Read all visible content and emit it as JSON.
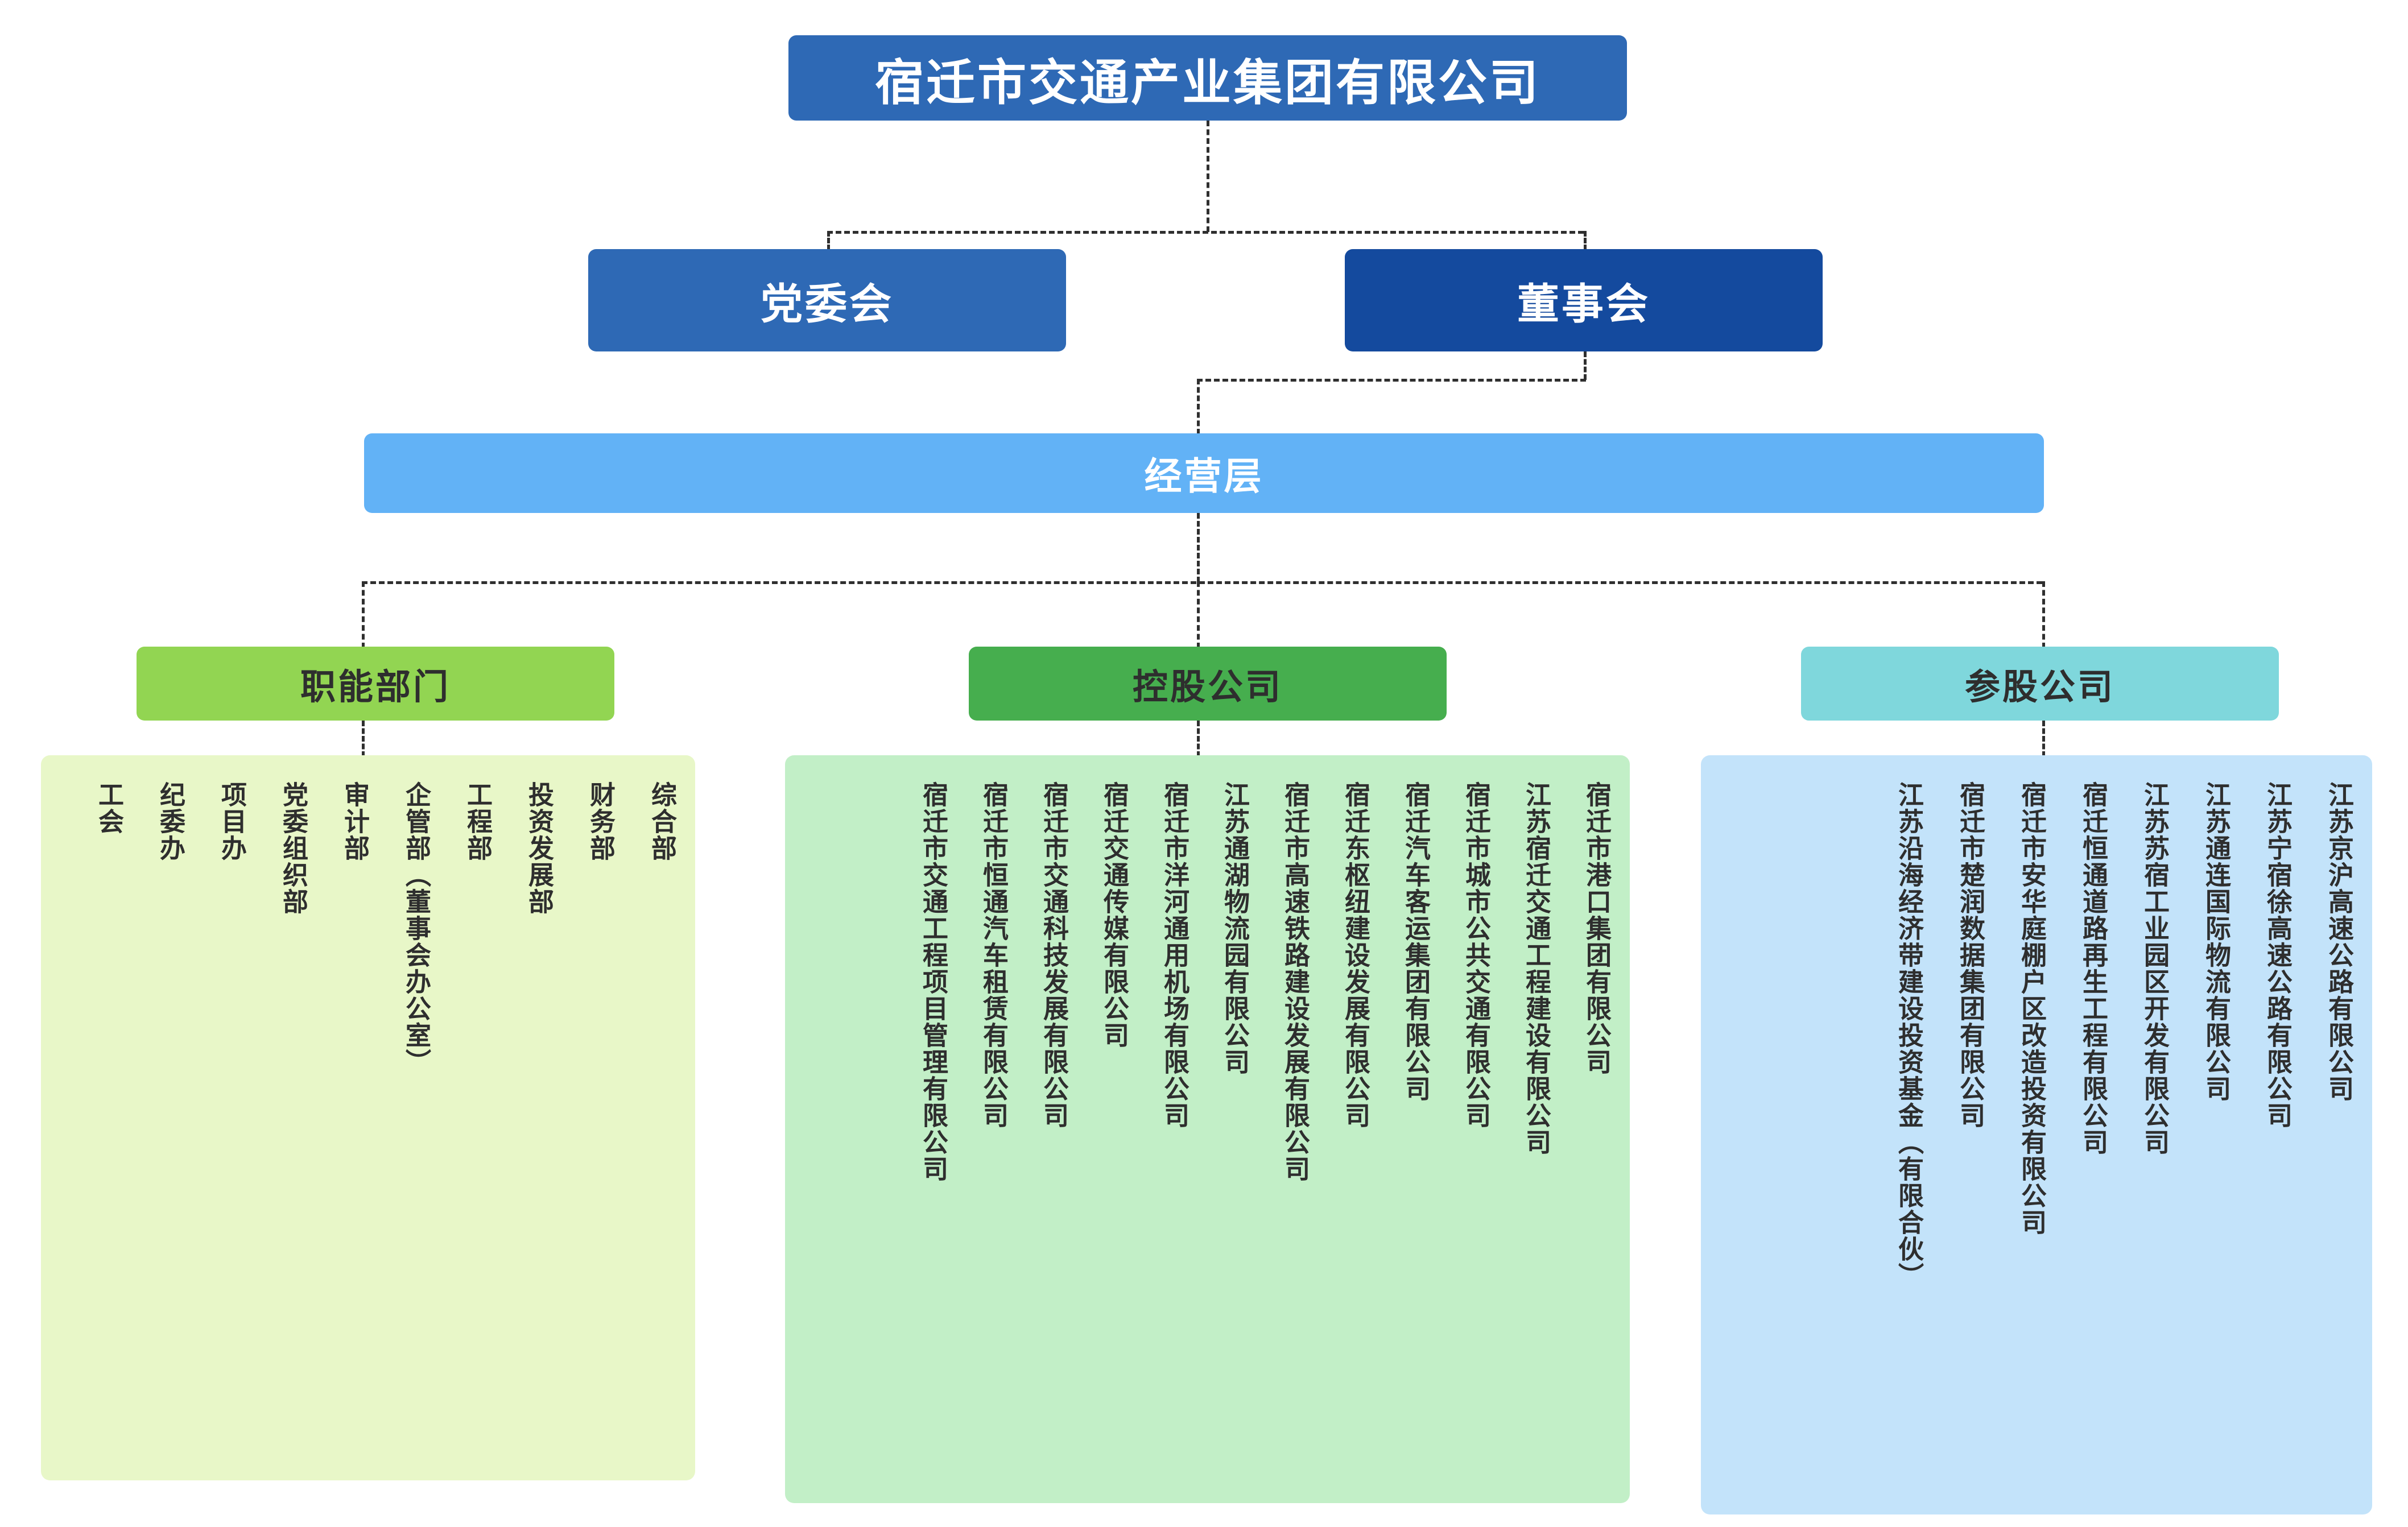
{
  "root": {
    "title": "宿迁市交通产业集团有限公司"
  },
  "level2": {
    "party_committee": "党委会",
    "board_of_directors": "董事会"
  },
  "level3": {
    "management": "经营层"
  },
  "categories": {
    "functional": "职能部门",
    "holding": "控股公司",
    "participation": "参股公司"
  },
  "functional_departments": [
    "综合部",
    "财务部",
    "投资发展部",
    "工程部",
    "企管部（董事会办公室）",
    "审计部",
    "党委组织部",
    "项目办",
    "纪委办",
    "工会"
  ],
  "holding_companies": [
    "宿迁市港口集团有限公司",
    "江苏宿迁交通工程建设有限公司",
    "宿迁市城市公共交通有限公司",
    "宿迁汽车客运集团有限公司",
    "宿迁东枢纽建设发展有限公司",
    "宿迁市高速铁路建设发展有限公司",
    "江苏通湖物流园有限公司",
    "宿迁市洋河通用机场有限公司",
    "宿迁交通传媒有限公司",
    "宿迁市交通科技发展有限公司",
    "宿迁市恒通汽车租赁有限公司",
    "宿迁市交通工程项目管理有限公司"
  ],
  "participation_companies": [
    "江苏京沪高速公路有限公司",
    "江苏宁宿徐高速公路有限公司",
    "江苏通连国际物流有限公司",
    "江苏苏宿工业园区开发有限公司",
    "宿迁恒通道路再生工程有限公司",
    "宿迁市安华庭棚户区改造投资有限公司",
    "宿迁市楚润数据集团有限公司",
    "江苏沿海经济带建设投资基金（有限合伙）"
  ],
  "colors": {
    "root_blue": "#2E69B5",
    "board_blue": "#144A9E",
    "mgmt_blue": "#62B2F6",
    "functional_green": "#92D552",
    "holding_green": "#46AE4E",
    "participation_teal": "#7FD7DC",
    "functional_panel": "#E8F7C8",
    "holding_panel": "#C2EFC7",
    "participation_panel": "#C3E3FA",
    "connector": "#2F2F2F"
  }
}
